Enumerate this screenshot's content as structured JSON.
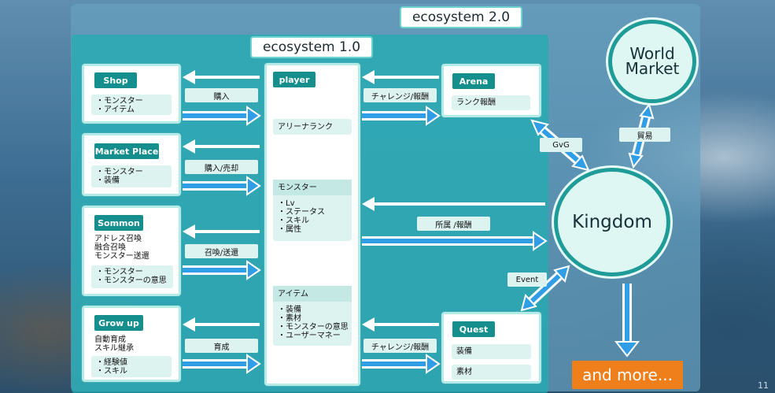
{
  "labels": {
    "eco2": "ecosystem 2.0",
    "eco1": "ecosystem 1.0"
  },
  "shop": {
    "title": "Shop",
    "items": "・モンスター\n・アイテム",
    "action": "購入"
  },
  "market": {
    "title": "Market Place",
    "items": "・モンスター\n・装備",
    "action": "購入/売却"
  },
  "sommon": {
    "title": "Sommon",
    "desc": "アドレス召喚\n融合召喚\nモンスター送還",
    "items": "・モンスター\n・モンスターの意思",
    "action": "召喚/送還"
  },
  "growup": {
    "title": "Grow up",
    "desc": "自動育成\nスキル継承",
    "items": "・経験値\n・スキル",
    "action": "育成"
  },
  "player": {
    "title": "player",
    "arena_rank": "アリーナランク",
    "monster_title": "モンスター",
    "monster_items": "・Lv\n・ステータス\n・スキル\n・属性",
    "item_title": "アイテム",
    "item_items": "・装備\n・素材\n・モンスターの意思\n・ユーザーマネー"
  },
  "arena": {
    "title": "Arena",
    "item": "ランク報酬",
    "action": "チャレンジ/報酬"
  },
  "quest": {
    "title": "Quest",
    "item1": "装備",
    "item2": "素材",
    "action": "チャレンジ/報酬"
  },
  "kingdom": {
    "title": "Kingdom",
    "action": "所属 /報酬"
  },
  "world_market": {
    "title": "World\nMarket"
  },
  "edges": {
    "gvg": "GvG",
    "trade": "貿易",
    "event": "Event"
  },
  "more": "and more...",
  "page_number": "11",
  "colors": {
    "teal": "#148f8d",
    "arrow": "#2f9ee6",
    "orange": "#ef7f1b"
  }
}
